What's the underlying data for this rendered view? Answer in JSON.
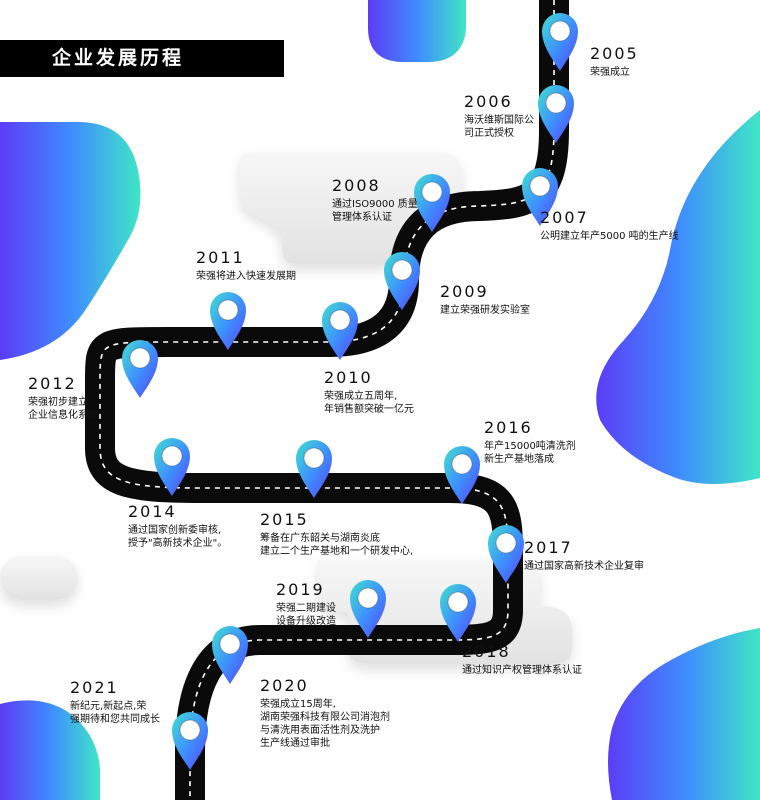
{
  "page_title": "企业发展历程",
  "colors": {
    "gradient_start": "#5b3df5",
    "gradient_mid": "#3f7bff",
    "gradient_end": "#3fe6c6",
    "road": "#0a0a0a",
    "road_dash": "#ffffff",
    "title_bg": "#000000"
  },
  "icons": [
    "map-pin-icon"
  ],
  "timeline": [
    {
      "year": "2005",
      "text": "荣强成立"
    },
    {
      "year": "2006",
      "text": "海沃维斯国际公\n司正式授权"
    },
    {
      "year": "2007",
      "text": "公明建立年产5000 吨的生产线"
    },
    {
      "year": "2008",
      "text": "通过ISO9000 质量\n管理体系认证"
    },
    {
      "year": "2009",
      "text": "建立荣强研发实验室"
    },
    {
      "year": "2010",
      "text": "荣强成立五周年,\n年销售额突破一亿元"
    },
    {
      "year": "2011",
      "text": "荣强将进入快速发展期"
    },
    {
      "year": "2012",
      "text": "荣强初步建立\n企业信息化系统"
    },
    {
      "year": "2014",
      "text": "通过国家创新委审核,\n授予\"高新技术企业\"。"
    },
    {
      "year": "2015",
      "text": "筹备在广东韶关与湖南炎底\n建立二个生产基地和一个研发中心,"
    },
    {
      "year": "2016",
      "text": "年产15000吨清洗剂\n新生产基地落成"
    },
    {
      "year": "2017",
      "text": "通过国家高新技术企业复审"
    },
    {
      "year": "2018",
      "text": "通过知识产权管理体系认证"
    },
    {
      "year": "2019",
      "text": "荣强二期建设\n设备升级改造"
    },
    {
      "year": "2020",
      "text": "荣强成立15周年,\n湖南荣强科技有限公司消泡剂\n与清洗用表面活性剂及洗护\n生产线通过审批"
    },
    {
      "year": "2021",
      "text": "新纪元,新起点,荣\n强期待和您共同成长"
    }
  ]
}
